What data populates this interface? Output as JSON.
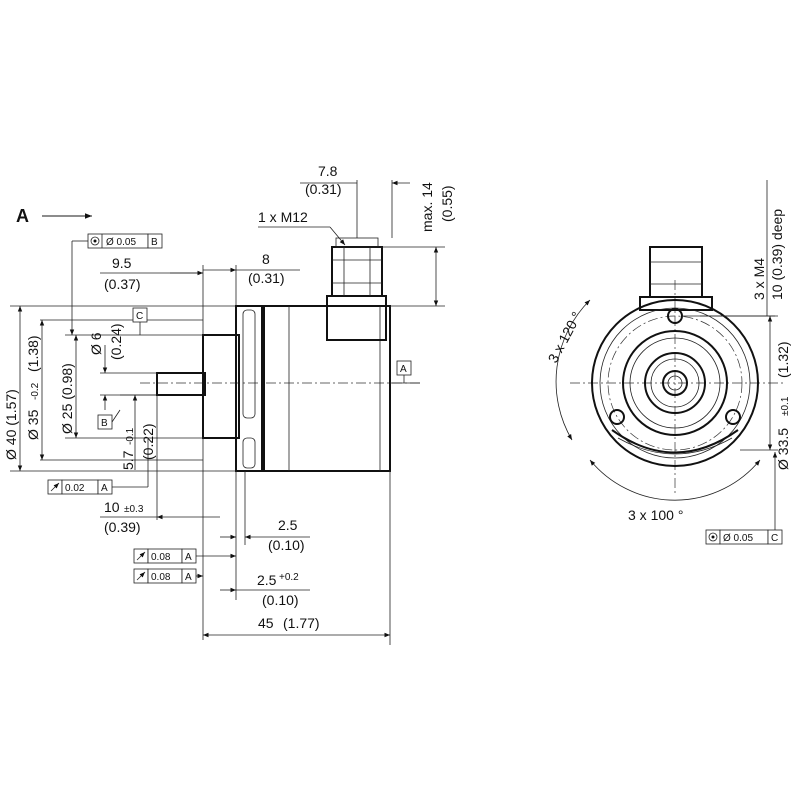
{
  "view_label": "A",
  "side_view": {
    "dim_width_connector": "7.8",
    "dim_width_connector_in": "(0.31)",
    "dim_max_height": "max. 14",
    "dim_max_height_in": "(0.55)",
    "connector_label": "1 x M12",
    "dim_shaft_length": "9.5",
    "dim_shaft_length_in": "(0.37)",
    "dim_flange": "8",
    "dim_flange_in": "(0.31)",
    "dim_d40": "Ø 40 (1.57)",
    "dim_d35": "Ø 35",
    "dim_d35_tol": "-0.2",
    "dim_d35_in": "(1.38)",
    "dim_d25": "Ø 25 (0.98)",
    "dim_d6": "Ø 6",
    "dim_d6_in": "(0.24)",
    "dim_57": "5.7",
    "dim_57_tol": "-0.1",
    "dim_57_in": "(0.22)",
    "dim_10": "10",
    "dim_10_tol": "±0.3",
    "dim_10_in": "(0.39)",
    "dim_25a": "2.5",
    "dim_25a_in": "(0.10)",
    "dim_25b": "2.5",
    "dim_25b_tol": "+0.2",
    "dim_25b_in": "(0.10)",
    "dim_45": "45",
    "dim_45_in": "(1.77)",
    "tol_concentric_b": {
      "value": "Ø 0.05",
      "datum": "B"
    },
    "tol_runout_a1": {
      "value": "0.02",
      "datum": "A"
    },
    "tol_runout_a2": {
      "value": "0.08",
      "datum": "A"
    },
    "tol_runout_a3": {
      "value": "0.08",
      "datum": "A"
    },
    "datum_a": "A",
    "datum_b": "B",
    "datum_c": "C"
  },
  "front_view": {
    "angle_120": "3 x 120 °",
    "angle_100": "3 x 100 °",
    "thread_label": "3 x M4",
    "thread_depth": "10 (0.39) deep",
    "dim_335": "Ø 33.5",
    "dim_335_tol": "±0.1",
    "dim_335_in": "(1.32)",
    "tol_concentric_c": {
      "value": "Ø 0.05",
      "datum": "C"
    }
  }
}
